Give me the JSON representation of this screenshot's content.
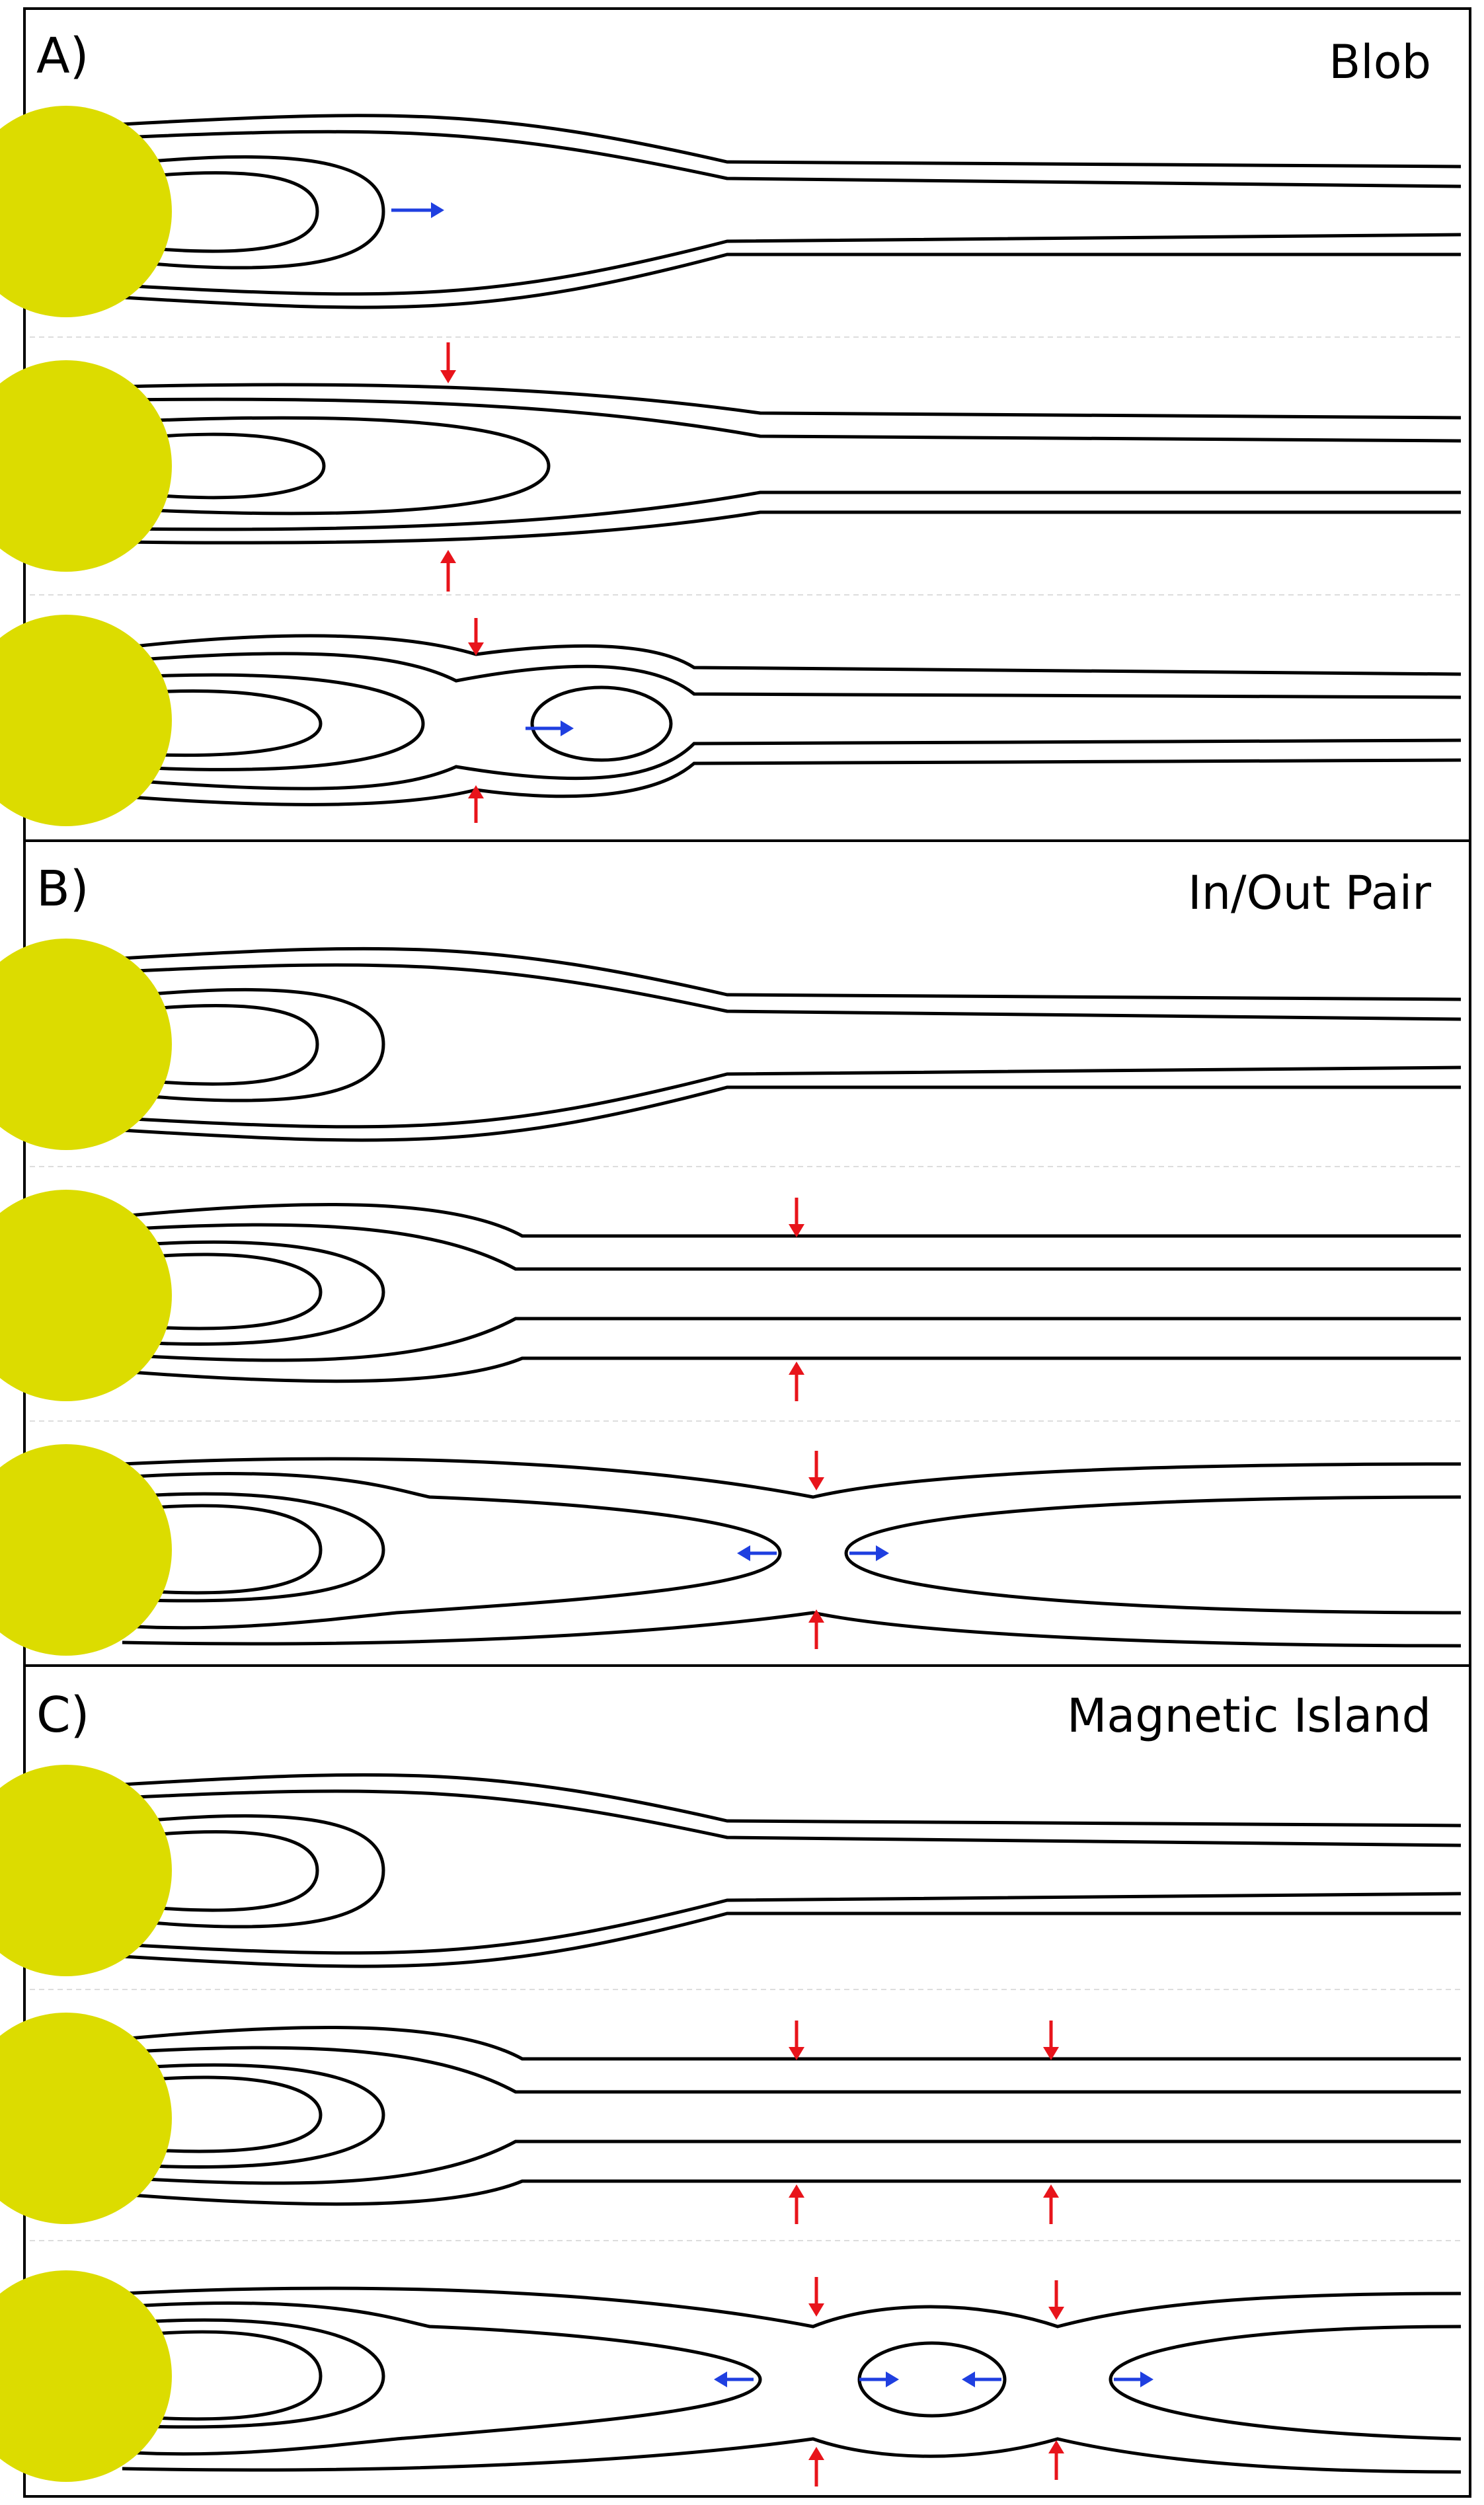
{
  "figure": {
    "panels": [
      {
        "label": "A)",
        "title": "Blob"
      },
      {
        "label": "B)",
        "title": "In/Out Pair"
      },
      {
        "label": "C)",
        "title": "Magnetic Island"
      }
    ],
    "colors": {
      "sun": "#dcdc00",
      "field_line": "#000000",
      "inflow_arrow": "#e8141b",
      "outflow_arrow": "#1f3fe0",
      "divider": "#dddddd",
      "frame": "#000000"
    }
  }
}
